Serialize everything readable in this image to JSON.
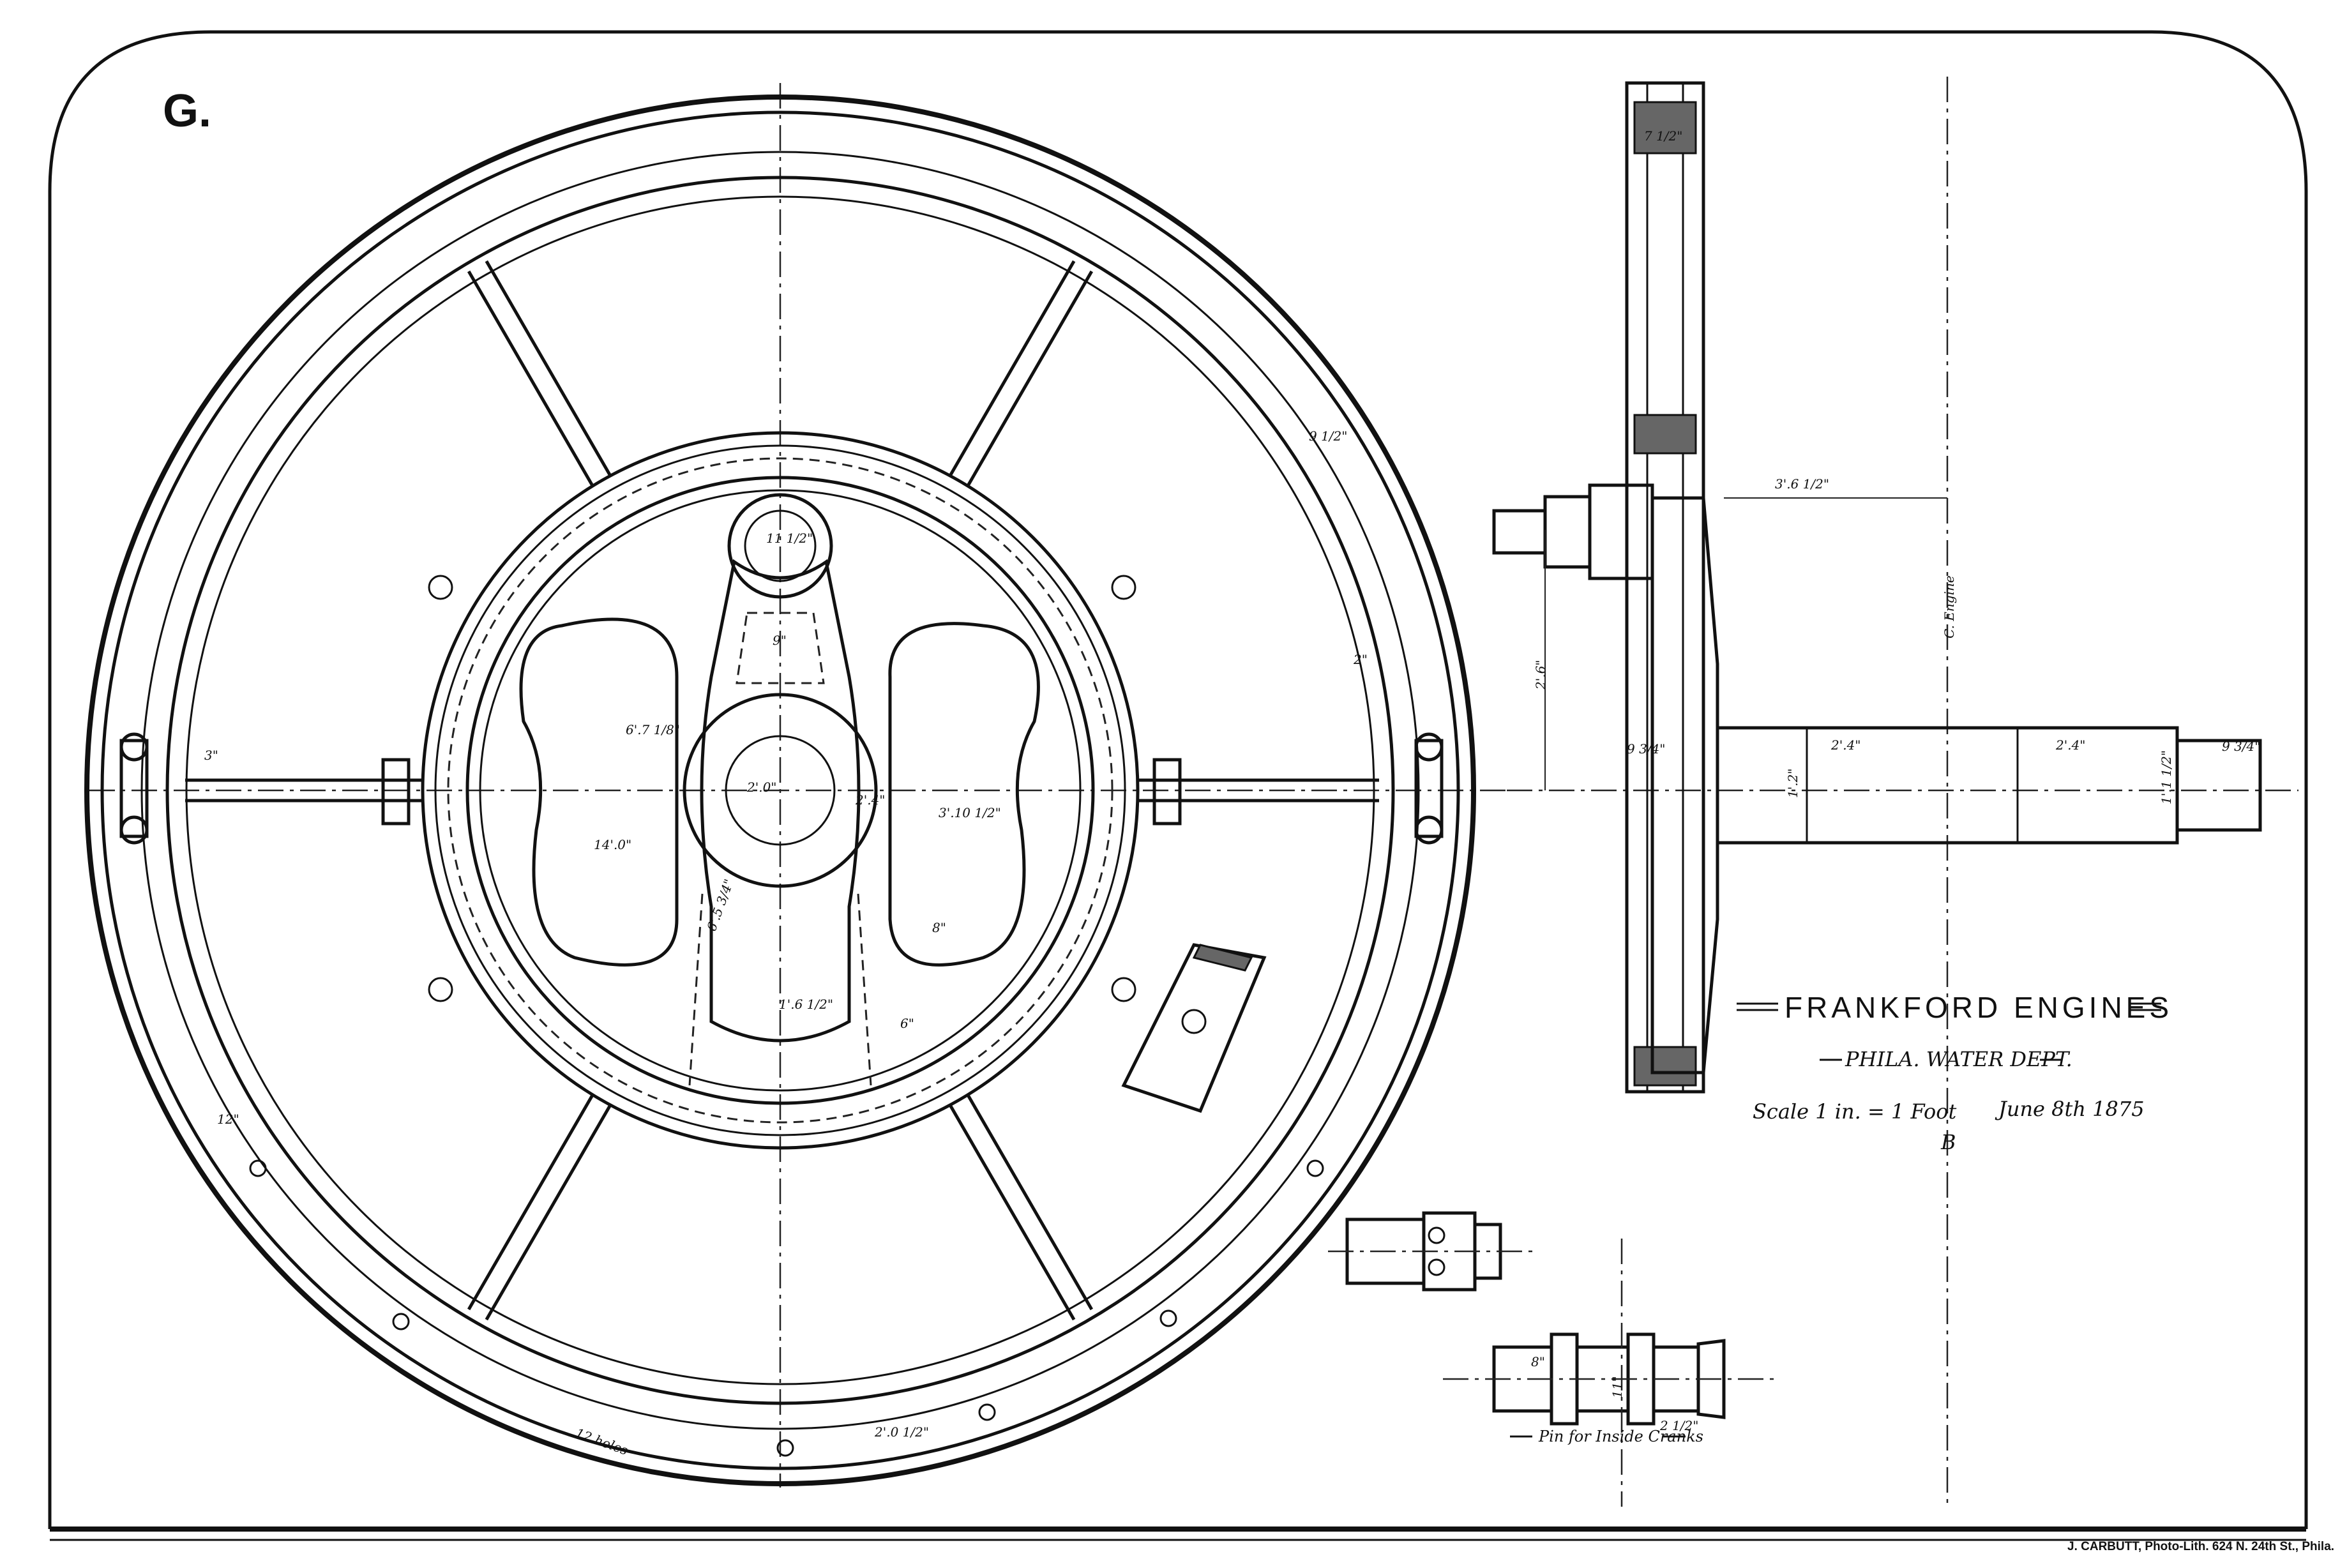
{
  "sheet": {
    "plate_mark": "G.",
    "title": "FRANKFORD ENGINES",
    "subtitle": "PHILA. WATER DEPT.",
    "scale": "Scale 1 in. = 1 Foot",
    "date": "June 8th 1875",
    "initials": "B",
    "pin_caption": "Pin for Inside Cranks",
    "imprint": "J. CARBUTT, Photo-Lith.   624 N. 24th St., Phila."
  },
  "dimensions": {
    "wheel_inner": "14'.0\"",
    "boss_a": "6'.7 1/8\"",
    "web": "3'.10 1/2\"",
    "bore": "2'.0\"",
    "hub_radius": "2'.4\"",
    "arm_length": "6'.5 3/4\"",
    "arm_low": "1'.6 1/2\"",
    "bolt_holes": "12 holes",
    "rim_segment": "2'.0 1/2\"",
    "rim_width": "12\"",
    "rim_face": "9 1/2\"",
    "small_a": "6\"",
    "small_b": "8\"",
    "small_c": "9\"",
    "small_d": "2\"",
    "small_e": "3\"",
    "crank_pin_dia": "11 1/2\"",
    "shaft_len_1": "2'.4\"",
    "shaft_len_2": "2'.4\"",
    "shaft_dia": "1'.2\"",
    "shaft_end": "9 3/4\"",
    "shaft_step": "1'.1 1/2\"",
    "hub_length": "9 3/4\"",
    "centre_height": "3'.6 1/2\"",
    "crank_height": "2'.6\"",
    "engine_center": "C. Engine",
    "section_rib": "7 1/2\"",
    "pin_len": "8\"",
    "pin_dia": "11\"",
    "pin_end": "2 1/2\""
  },
  "icons": {
    "corner": "rounded-border-corner"
  }
}
